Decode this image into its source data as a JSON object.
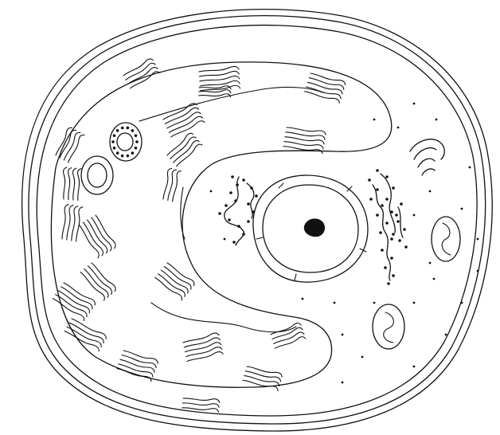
{
  "figure": {
    "description_text": "",
    "colors": {
      "line": "#111111",
      "background": "#ffffff"
    },
    "icons": [
      "cell-outline",
      "vacuole-membrane",
      "chloroplast-stacks",
      "nucleus",
      "nucleolus",
      "rough-endoplasmic-reticulum",
      "mitochondrion",
      "golgi",
      "vesicle"
    ]
  }
}
